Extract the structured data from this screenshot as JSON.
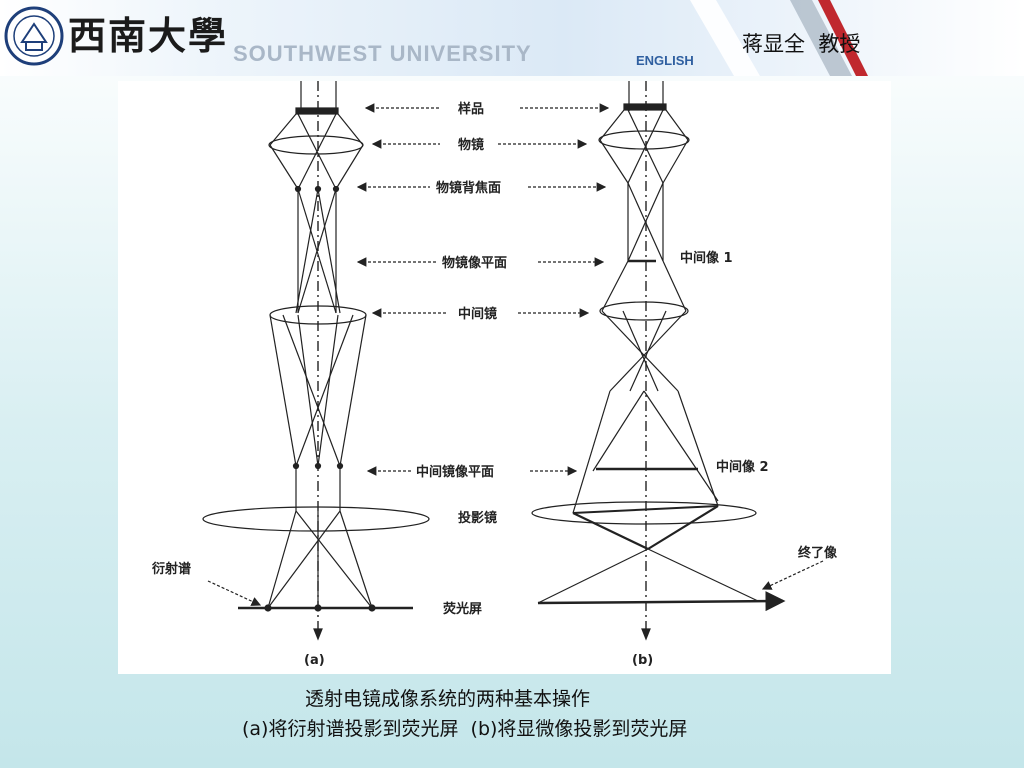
{
  "header": {
    "university_cn": "西南大學",
    "university_en": "SOUTHWEST UNIVERSITY",
    "english_link": "ENGLISH",
    "author": "蒋显全  教授"
  },
  "diagram": {
    "labels": {
      "sample": "样品",
      "objective_lens": "物镜",
      "objective_back_focal_plane": "物镜背焦面",
      "objective_image_plane": "物镜像平面",
      "intermediate_image_1": "中间像 1",
      "intermediate_lens": "中间镜",
      "intermediate_lens_image_plane": "中间镜像平面",
      "intermediate_image_2": "中间像 2",
      "projector_lens": "投影镜",
      "diffraction_pattern": "衍射谱",
      "final_image": "终了像",
      "fluorescent_screen": "荧光屏",
      "panel_a": "(a)",
      "panel_b": "(b)"
    }
  },
  "caption": {
    "line1": "透射电镜成像系统的两种基本操作",
    "line2": "(a)将衍射谱投影到荧光屏  (b)将显微像投影到荧光屏"
  },
  "colors": {
    "ink": "#222222",
    "header_accent": "#c0282e"
  }
}
